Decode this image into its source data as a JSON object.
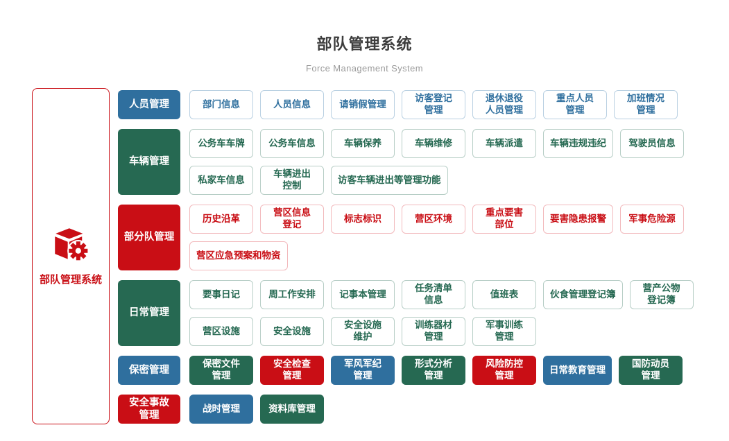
{
  "header": {
    "title": "部队管理系统",
    "subtitle": "Force Management System"
  },
  "sidebar": {
    "label": "部队管理系统",
    "icon": "cube-gear-icon"
  },
  "palette": {
    "blue": "#2f6f9e",
    "green": "#266952",
    "red": "#c90e15",
    "blue-border": "#b9d0e2",
    "green-border": "#b7cec6",
    "red-border": "#f2b9bc",
    "title-color": "#3d3d3d",
    "subtitle-color": "#9b9b9b"
  },
  "rows": [
    {
      "category": {
        "label": "人员管理",
        "variant": "blue"
      },
      "item_variant": "blue-outline",
      "lines": [
        [
          {
            "label": "部门信息"
          },
          {
            "label": "人员信息"
          },
          {
            "label": "请销假管理"
          },
          {
            "label": "访客登记\n管理"
          },
          {
            "label": "退休退役\n人员管理"
          },
          {
            "label": "重点人员\n管理"
          },
          {
            "label": "加班情况\n管理"
          }
        ]
      ]
    },
    {
      "category": {
        "label": "车辆管理",
        "variant": "green"
      },
      "item_variant": "green-outline",
      "lines": [
        [
          {
            "label": "公务车车牌"
          },
          {
            "label": "公务车信息"
          },
          {
            "label": "车辆保养"
          },
          {
            "label": "车辆维修"
          },
          {
            "label": "车辆派遣"
          },
          {
            "label": "车辆违规违纪"
          },
          {
            "label": "驾驶员信息"
          }
        ],
        [
          {
            "label": "私家车信息"
          },
          {
            "label": "车辆进出\n控制"
          },
          {
            "label": "访客车辆进出等管理功能"
          }
        ]
      ]
    },
    {
      "category": {
        "label": "部分队管理",
        "variant": "red"
      },
      "item_variant": "red-outline",
      "lines": [
        [
          {
            "label": "历史沿革"
          },
          {
            "label": "营区信息\n登记"
          },
          {
            "label": "标志标识"
          },
          {
            "label": "营区环境"
          },
          {
            "label": "重点要害\n部位"
          },
          {
            "label": "要害隐患报警"
          },
          {
            "label": "军事危险源"
          }
        ],
        [
          {
            "label": "营区应急预案和物资"
          }
        ]
      ]
    },
    {
      "category": {
        "label": "日常管理",
        "variant": "green"
      },
      "item_variant": "green-outline",
      "lines": [
        [
          {
            "label": "要事日记"
          },
          {
            "label": "周工作安排"
          },
          {
            "label": "记事本管理"
          },
          {
            "label": "任务清单\n信息"
          },
          {
            "label": "值班表"
          },
          {
            "label": "伙食管理登记簿"
          },
          {
            "label": "营产公物\n登记簿"
          }
        ],
        [
          {
            "label": "营区设施"
          },
          {
            "label": "安全设施"
          },
          {
            "label": "安全设施\n维护"
          },
          {
            "label": "训练器材\n管理"
          },
          {
            "label": "军事训练\n管理"
          }
        ]
      ]
    },
    {
      "category": {
        "label": "保密管理",
        "variant": "blue"
      },
      "item_variant": "blue",
      "lines": [
        [
          {
            "label": "保密文件\n管理",
            "variant": "green"
          },
          {
            "label": "安全检查\n管理",
            "variant": "red"
          },
          {
            "label": "军风军纪\n管理",
            "variant": "blue"
          },
          {
            "label": "形式分析\n管理",
            "variant": "green"
          },
          {
            "label": "风险防控\n管理",
            "variant": "red"
          },
          {
            "label": "日常教育管理",
            "variant": "blue"
          },
          {
            "label": "国防动员\n管理",
            "variant": "green"
          }
        ]
      ]
    },
    {
      "category": {
        "label": "安全事故\n管理",
        "variant": "red"
      },
      "item_variant": "blue",
      "lines": [
        [
          {
            "label": "战时管理",
            "variant": "blue"
          },
          {
            "label": "资料库管理",
            "variant": "green"
          }
        ]
      ]
    }
  ]
}
